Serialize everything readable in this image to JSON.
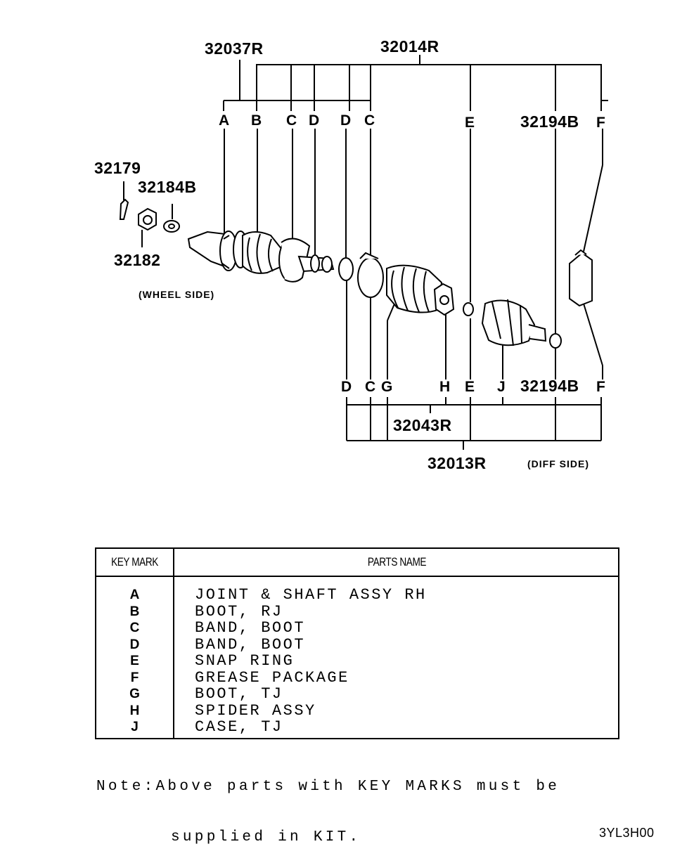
{
  "part_numbers": {
    "p32037R": "32037R",
    "p32014R": "32014R",
    "p32179": "32179",
    "p32184B": "32184B",
    "p32182": "32182",
    "p32194B_top": "32194B",
    "p32194B_bottom": "32194B",
    "p32043R": "32043R",
    "p32013R": "32013R"
  },
  "key_marks_top": [
    "A",
    "B",
    "C",
    "D",
    "D",
    "C",
    "E",
    "F"
  ],
  "key_marks_bottom": [
    "D",
    "C",
    "G",
    "H",
    "E",
    "J",
    "F"
  ],
  "sides": {
    "wheel": "(WHEEL SIDE)",
    "diff": "(DIFF SIDE)"
  },
  "legend": {
    "header_key": "KEY MARK",
    "header_name": "PARTS NAME",
    "rows": [
      {
        "mark": "A",
        "name": "JOINT & SHAFT ASSY RH"
      },
      {
        "mark": "B",
        "name": "BOOT, RJ"
      },
      {
        "mark": "C",
        "name": "BAND, BOOT"
      },
      {
        "mark": "D",
        "name": "BAND, BOOT"
      },
      {
        "mark": "E",
        "name": "SNAP RING"
      },
      {
        "mark": "F",
        "name": "GREASE PACKAGE"
      },
      {
        "mark": "G",
        "name": "BOOT, TJ"
      },
      {
        "mark": "H",
        "name": "SPIDER ASSY"
      },
      {
        "mark": "J",
        "name": "CASE, TJ"
      }
    ]
  },
  "note": {
    "line1": "Note:Above parts with KEY MARKS must be",
    "line2": "supplied in KIT."
  },
  "drawing_code": "3YL3H00"
}
